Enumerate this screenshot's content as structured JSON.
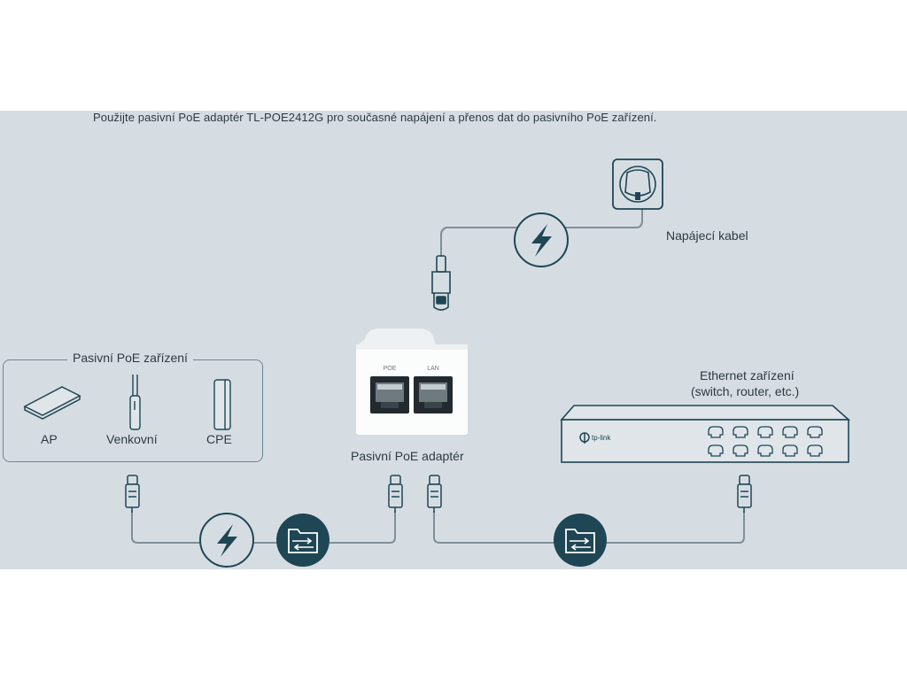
{
  "caption": "Použijte pasivní PoE adaptér TL-POE2412G pro současné napájení a přenos dat do pasivního PoE zařízení.",
  "labels": {
    "power_cable": "Napájecí kabel",
    "passive_group_title": "Pasivní PoE zařízení",
    "device_ap": "AP",
    "device_outdoor": "Venkovní",
    "device_cpe": "CPE",
    "adapter": "Pasivní PoE adaptér",
    "ethernet_title": "Ethernet zařízení",
    "ethernet_subtitle": "(switch, router, etc.)",
    "port_poe": "POE",
    "port_lan": "LAN",
    "brand": "tp-link"
  },
  "icons": [
    "power-lightning-icon",
    "data-transfer-folder-icon",
    "wall-socket-icon",
    "power-plug-icon",
    "rj45-connector-icon"
  ],
  "colors": {
    "panel": "#d6dde2",
    "icon_dark": "#1e4654",
    "cable": "#7f8f98",
    "text": "#2c3a42"
  }
}
